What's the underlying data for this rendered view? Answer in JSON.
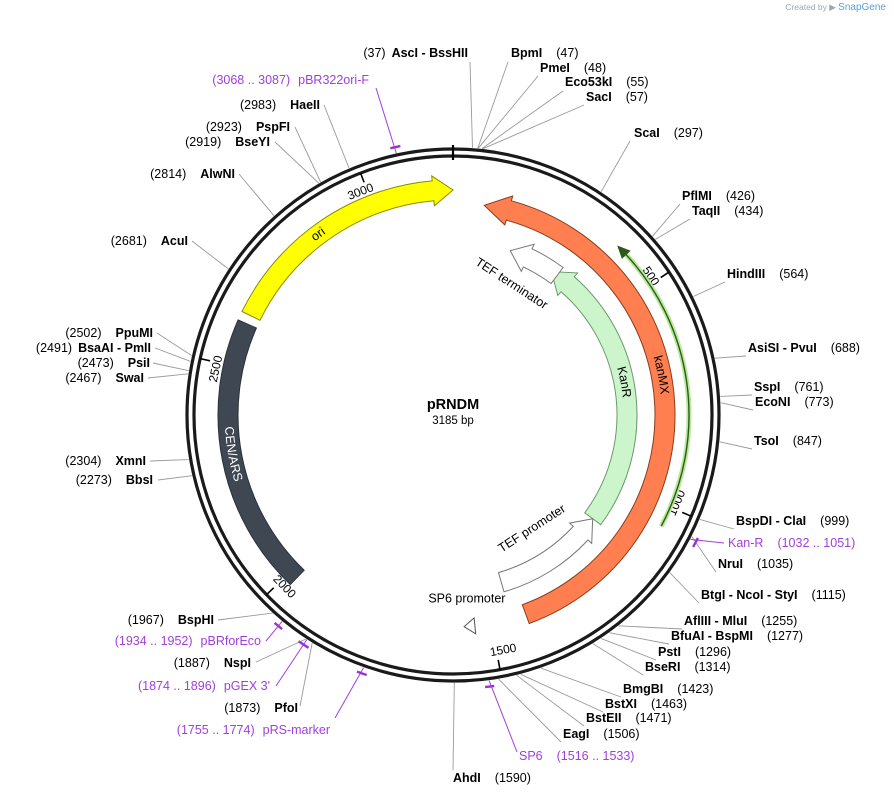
{
  "branding": {
    "prefix": "Created by",
    "name": "SnapGene"
  },
  "plasmid": {
    "name": "pRNDM",
    "length_label": "3185 bp",
    "length": 3185
  },
  "ticks": [
    {
      "bp": 500,
      "label": "500"
    },
    {
      "bp": 1000,
      "label": "1000"
    },
    {
      "bp": 1500,
      "label": "1500"
    },
    {
      "bp": 2000,
      "label": "2000"
    },
    {
      "bp": 2500,
      "label": "2500"
    },
    {
      "bp": 3000,
      "label": "3000"
    }
  ],
  "features": [
    {
      "label": "kanMX",
      "color": "#ff7f50"
    },
    {
      "label": "KanR",
      "color": "#ccf5cc"
    },
    {
      "label": "ori",
      "color": "#ffff00"
    },
    {
      "label": "CEN/ARS",
      "color": "#3f4852"
    },
    {
      "label": "TEF terminator",
      "color": "#ffffff"
    },
    {
      "label": "TEF promoter",
      "color": "#ffffff"
    },
    {
      "label": "SP6 promoter",
      "color": "#ffffff"
    }
  ],
  "sites": [
    {
      "num": "(37)",
      "name": "AscI  -  BssHII"
    },
    {
      "num": "(47)",
      "name": "BpmI"
    },
    {
      "num": "(48)",
      "name": "PmeI"
    },
    {
      "num": "(55)",
      "name": "Eco53kI"
    },
    {
      "num": "(57)",
      "name": "SacI"
    },
    {
      "num": "(297)",
      "name": "ScaI"
    },
    {
      "num": "(426)",
      "name": "PflMI"
    },
    {
      "num": "(434)",
      "name": "TaqII"
    },
    {
      "num": "(564)",
      "name": "HindIII"
    },
    {
      "num": "(688)",
      "name": "AsiSI  -  PvuI"
    },
    {
      "num": "(761)",
      "name": "SspI"
    },
    {
      "num": "(773)",
      "name": "EcoNI"
    },
    {
      "num": "(847)",
      "name": "TsoI"
    },
    {
      "num": "(999)",
      "name": "BspDI  -  ClaI"
    },
    {
      "num": "(1035)",
      "name": "NruI"
    },
    {
      "num": "(1115)",
      "name": "BtgI  -  NcoI  -  StyI"
    },
    {
      "num": "(1255)",
      "name": "AflIII  -  MluI"
    },
    {
      "num": "(1277)",
      "name": "BfuAI  -  BspMI"
    },
    {
      "num": "(1296)",
      "name": "PstI"
    },
    {
      "num": "(1314)",
      "name": "BseRI"
    },
    {
      "num": "(1423)",
      "name": "BmgBI"
    },
    {
      "num": "(1463)",
      "name": "BstXI"
    },
    {
      "num": "(1471)",
      "name": "BstEII"
    },
    {
      "num": "(1506)",
      "name": "EagI"
    },
    {
      "num": "(1590)",
      "name": "AhdI"
    },
    {
      "num": "(1873)",
      "name": "PfoI"
    },
    {
      "num": "(1887)",
      "name": "NspI"
    },
    {
      "num": "(1967)",
      "name": "BspHI"
    },
    {
      "num": "(2273)",
      "name": "BbsI"
    },
    {
      "num": "(2304)",
      "name": "XmnI"
    },
    {
      "num": "(2467)",
      "name": "SwaI"
    },
    {
      "num": "(2473)",
      "name": "PsiI"
    },
    {
      "num": "(2491)",
      "name": "BsaAI  -  PmlI"
    },
    {
      "num": "(2502)",
      "name": "PpuMI"
    },
    {
      "num": "(2681)",
      "name": "AcuI"
    },
    {
      "num": "(2814)",
      "name": "AlwNI"
    },
    {
      "num": "(2919)",
      "name": "BseYI"
    },
    {
      "num": "(2923)",
      "name": "PspFI"
    },
    {
      "num": "(2983)",
      "name": "HaeII"
    }
  ],
  "primers": [
    {
      "range": "(3068 .. 3087)",
      "name": "pBR322ori-F"
    },
    {
      "range": "(1032 .. 1051)",
      "name": "Kan-R"
    },
    {
      "range": "(1516 .. 1533)",
      "name": "SP6"
    },
    {
      "range": "(1755 .. 1774)",
      "name": "pRS-marker"
    },
    {
      "range": "(1874 .. 1896)",
      "name": "pGEX 3'"
    },
    {
      "range": "(1934 .. 1952)",
      "name": "pBRforEco"
    }
  ]
}
